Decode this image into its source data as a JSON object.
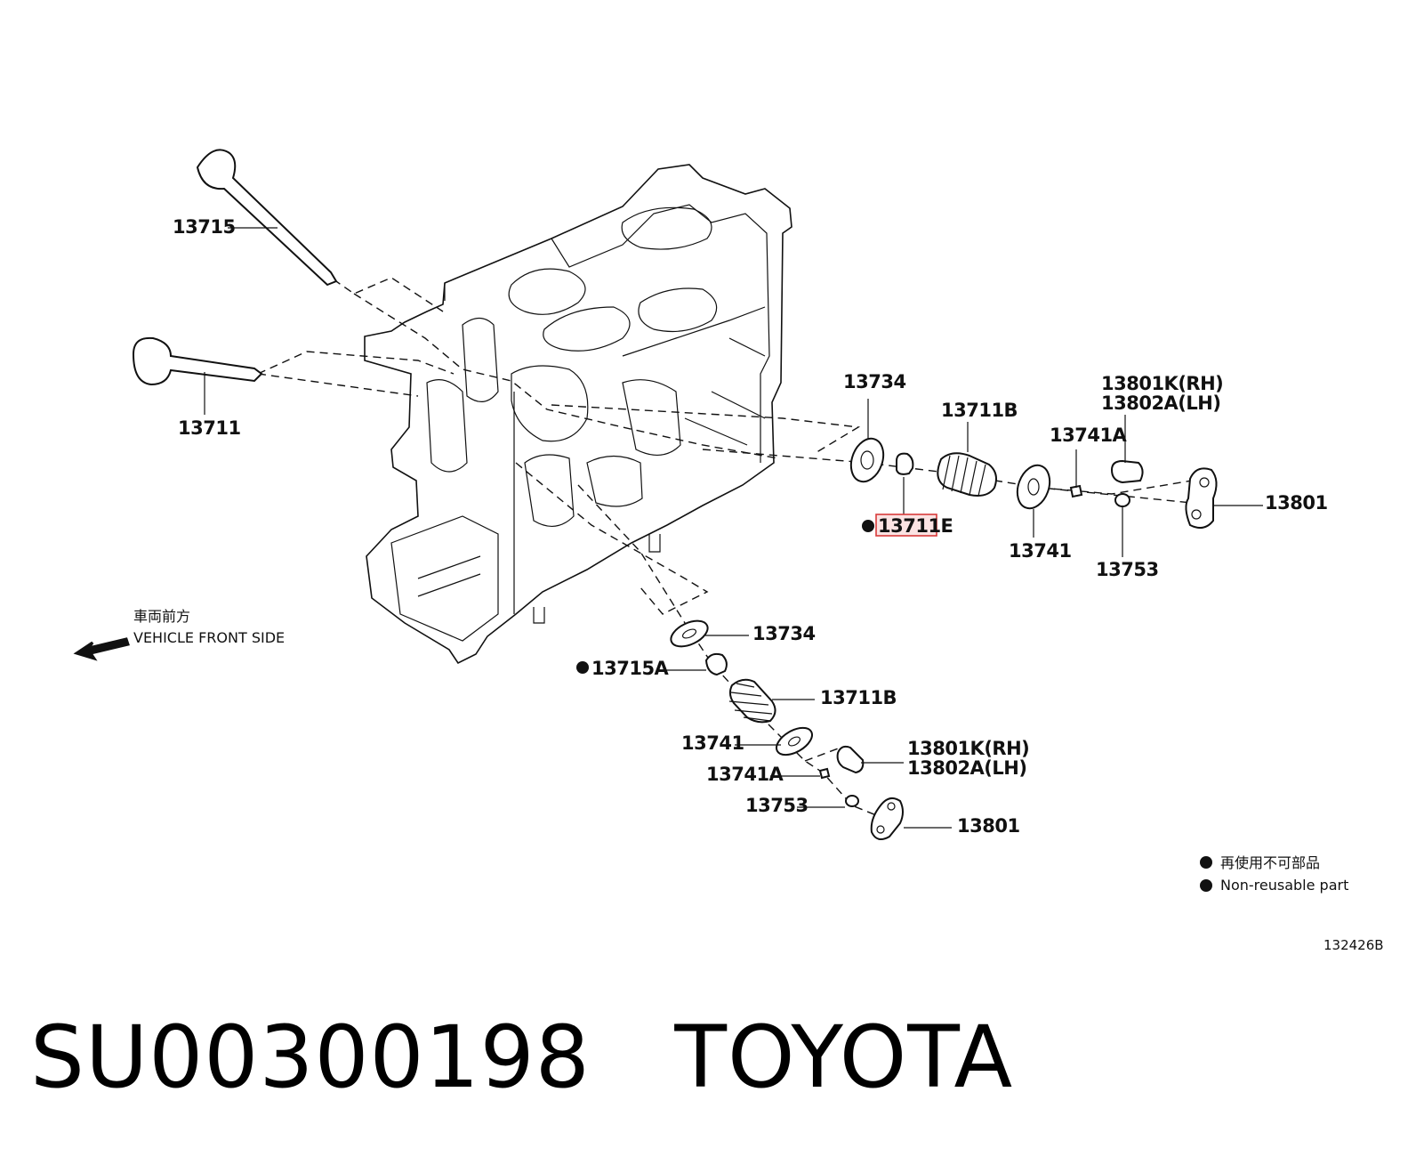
{
  "callouts": {
    "intake_valve_upper": "13715",
    "exhaust_valve_left": "13711",
    "washer_top": "13734",
    "spring_top": "13711B",
    "retainer_lock_top": "13741A",
    "lifter_top": "13801K(RH)",
    "lifter_top_lh": "13802A(LH)",
    "seal_top_highlighted": "13711E",
    "retainer_top": "13741",
    "adjuster_top": "13753",
    "rocker_top": "13801",
    "washer_bottom": "13734",
    "seal_bottom": "13715A",
    "spring_bottom": "13711B",
    "retainer_bottom": "13741",
    "retainer_lock_bottom": "13741A",
    "lifter_bottom": "13801K(RH)",
    "lifter_bottom_lh": "13802A(LH)",
    "adjuster_bottom": "13753",
    "rocker_bottom": "13801"
  },
  "front_label": {
    "jp": "車両前方",
    "en": "VEHICLE FRONT SIDE"
  },
  "legend": {
    "jp": "再使用不可部品",
    "en": "Non-reusable part"
  },
  "figure_code": "132426B",
  "title": "SU00300198   TOYOTA"
}
